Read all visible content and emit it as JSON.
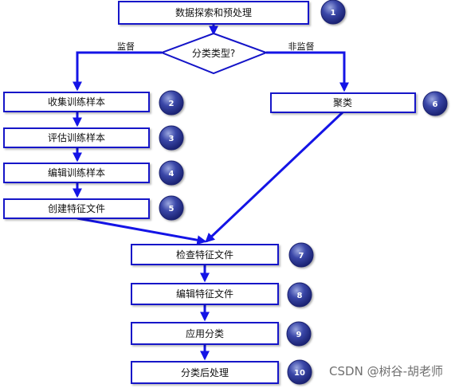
{
  "flowchart": {
    "steps": [
      {
        "id": "explore",
        "label": "数据探索和预处理",
        "number": "1"
      },
      {
        "id": "decision",
        "label": "分类类型?"
      },
      {
        "id": "collect",
        "label": "收集训练样本",
        "number": "2"
      },
      {
        "id": "evaluate",
        "label": "评估训练样本",
        "number": "3"
      },
      {
        "id": "edit-samples",
        "label": "编辑训练样本",
        "number": "4"
      },
      {
        "id": "create-sig",
        "label": "创建特征文件",
        "number": "5"
      },
      {
        "id": "cluster",
        "label": "聚类",
        "number": "6"
      },
      {
        "id": "inspect-sig",
        "label": "检查特征文件",
        "number": "7"
      },
      {
        "id": "edit-sig",
        "label": "编辑特征文件",
        "number": "8"
      },
      {
        "id": "apply",
        "label": "应用分类",
        "number": "9"
      },
      {
        "id": "post",
        "label": "分类后处理",
        "number": "10"
      }
    ],
    "branches": {
      "supervised": "监督",
      "unsupervised": "非监督"
    },
    "colors": {
      "line": "#1414e6",
      "box_border": "#1414c8",
      "badge_dark": "#1a2170",
      "badge_light": "#9aa6df"
    }
  },
  "watermark": "CSDN @树谷-胡老师"
}
